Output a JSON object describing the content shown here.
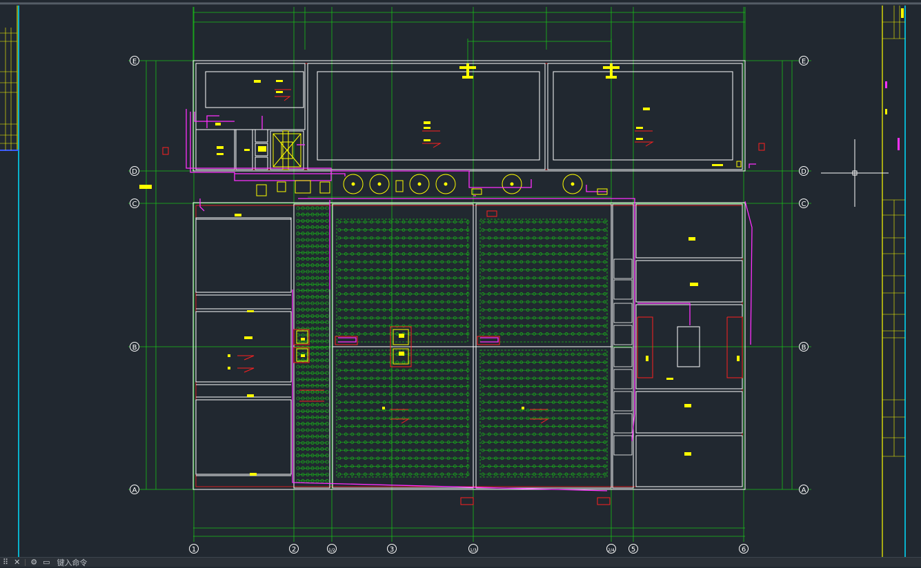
{
  "drawing": {
    "axes_horizontal": [
      "1",
      "2",
      "1/2",
      "3",
      "1/3",
      "2/4",
      "5",
      "6"
    ],
    "axes_vertical": [
      "E",
      "D",
      "C",
      "B",
      "A"
    ],
    "colors": {
      "background": "#212830",
      "grid": "#18c018",
      "wall": "#ffffff",
      "red": "#ff2020",
      "magenta": "#ff30ff",
      "yellow": "#ffff00",
      "cyan": "#00e0ff"
    }
  },
  "command_bar": {
    "grip_icon": "grip-icon",
    "close_icon": "close-icon",
    "settings_icon": "wrench-icon",
    "terminal_icon": "terminal-icon",
    "input_placeholder": "键入命令"
  }
}
